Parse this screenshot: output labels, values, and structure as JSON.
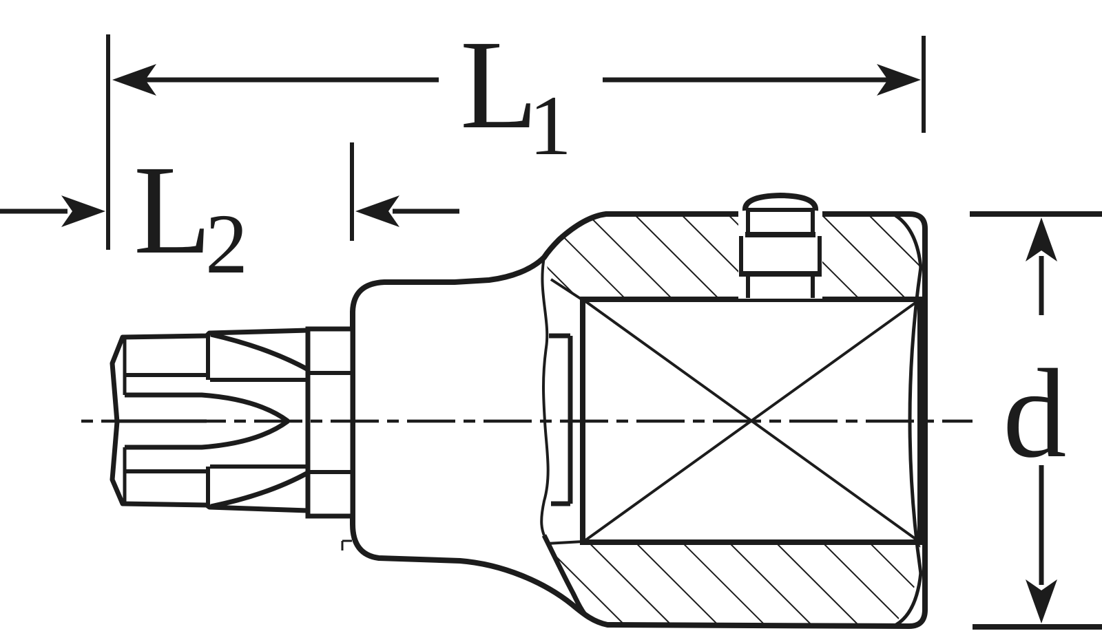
{
  "drawing": {
    "title": "socket-bit-technical-drawing",
    "labels": {
      "l1": {
        "base": "L",
        "sub": "1"
      },
      "l2": {
        "base": "L",
        "sub": "2"
      },
      "d": {
        "base": "d"
      }
    },
    "colors": {
      "ink": "#1c1c1c",
      "background": "#ffffff"
    }
  }
}
